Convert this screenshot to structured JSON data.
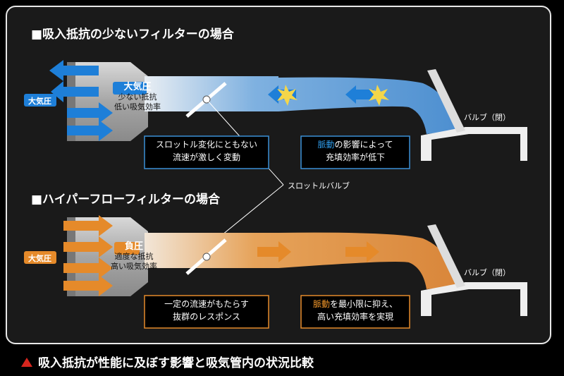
{
  "section1": {
    "title": "■吸入抵抗の少ないフィルターの場合",
    "atmosphere": "大気圧",
    "inner_big": "大気圧",
    "inner_line1": "少ない抵抗",
    "inner_line2": "低い吸気効率",
    "box1_line1": "スロットル変化にともない",
    "box1_line2": "流速が激しく変動",
    "box2_hl": "脈動",
    "box2_line1_rest": "の影響によって",
    "box2_line2": "充填効率が低下",
    "valve": "バルブ（閉）"
  },
  "throttle_label": "スロットルバルブ",
  "section2": {
    "title": "■ハイパーフローフィルターの場合",
    "atmosphere": "大気圧",
    "inner_big": "負圧",
    "inner_line1": "適度な抵抗",
    "inner_line2": "高い吸気効率",
    "box1_line1": "一定の流速がもたらす",
    "box1_line2": "抜群のレスポンス",
    "box2_hl": "脈動",
    "box2_line1_rest": "を最小限に抑え、",
    "box2_line2": "高い充填効率を実現",
    "valve": "バルブ（閉）"
  },
  "footer": "吸入抵抗が性能に及ぼす影響と吸気管内の状況比較",
  "colors": {
    "blue": "#1e7fd8",
    "orange": "#e58a2a",
    "accent_red": "#d7261e"
  }
}
